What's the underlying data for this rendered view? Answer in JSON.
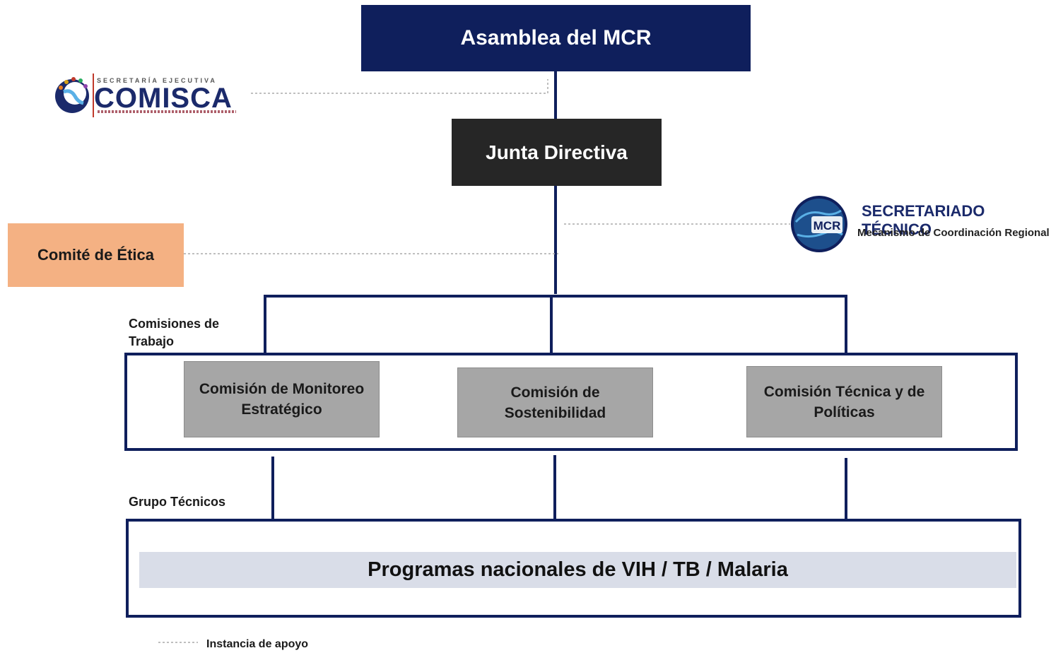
{
  "asamblea": "Asamblea del MCR",
  "junta": "Junta Directiva",
  "comite_etica": "Comité de Ética",
  "comisiones_label": "Comisiones de Trabajo",
  "comisiones": [
    "Comisión de Monitoreo Estratégico",
    "Comisión de Sostenibilidad",
    "Comisión Técnica y de Políticas"
  ],
  "grupo_label": "Grupo Técnicos",
  "programas": "Programas nacionales de VIH / TB /  Malaria",
  "legend": "Instancia de apoyo",
  "comisca": {
    "small_text": "SECRETARÍA EJECUTIVA",
    "name": "COMISCA"
  },
  "secretariado": {
    "logo_text": "MCR",
    "title": "SECRETARIADO TÉCNICO",
    "subtitle": "Mecanismo de Coordinación Regional"
  },
  "colors": {
    "navy": "#0f1f5c",
    "dark": "#262626",
    "orange": "#f4b183",
    "gray": "#a6a6a6",
    "light_band": "#d9dde8"
  }
}
